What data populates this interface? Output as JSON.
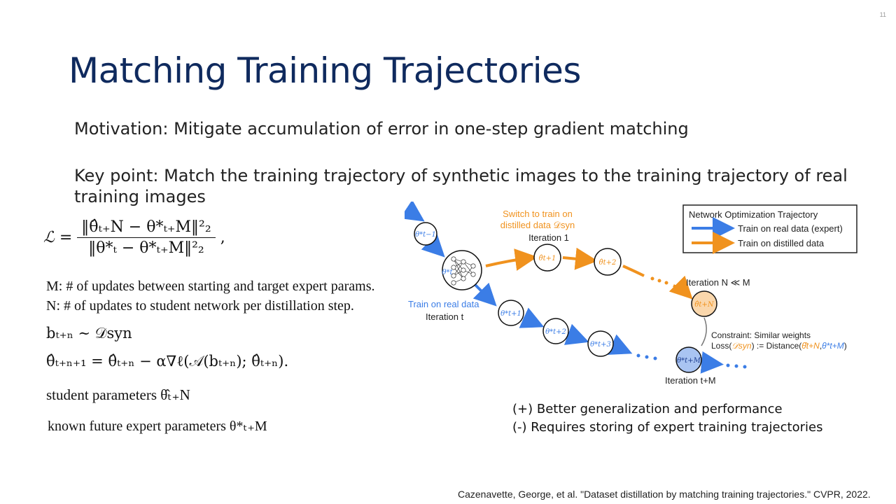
{
  "slide": {
    "number": "11",
    "title": "Matching Training Trajectories",
    "motivation": "Motivation: Mitigate accumulation of error in one-step gradient matching",
    "key_point": "Key point: Match the training trajectory of synthetic images to the training trajectory of real training images",
    "pros": "(+) Better generalization and performance",
    "cons": "(-) Requires storing of expert training trajectories",
    "citation": "Cazenavette, George, et al. \"Dataset distillation by matching training trajectories.\" CVPR, 2022."
  },
  "equations": {
    "loss_lhs": "ℒ =",
    "loss_num": "‖θ̂ₜ₊N − θ*ₜ₊M‖²₂",
    "loss_den": "‖θ*ₜ − θ*ₜ₊M‖²₂",
    "loss_tail": ",",
    "m_def": "M: # of updates between starting and target expert params.",
    "n_def": "N: # of updates to student network per distillation step.",
    "sample": "bₜ₊ₙ ∼ 𝒟syn",
    "update": "θ̂ₜ₊ₙ₊₁ = θ̂ₜ₊ₙ − α∇ℓ(𝒜(bₜ₊ₙ); θ̂ₜ₊ₙ).",
    "student": "student parameters θ̂ₜ₊N",
    "expert": "known future expert parameters θ*ₜ₊M"
  },
  "diagram": {
    "legend_title": "Network Optimization Trajectory",
    "legend_real": "Train on real data (expert)",
    "legend_distilled": "Train on distilled data",
    "switch_line1": "Switch to train on",
    "switch_line2": "distilled data 𝒟syn",
    "iteration_1": "Iteration 1",
    "train_real_a": "Train on ",
    "train_real_b": "real data",
    "iteration_t": "Iteration t",
    "iteration_n": "Iteration N ≪ M",
    "constraint": "Constraint: Similar weights",
    "loss_a": "Loss(",
    "loss_b": "𝒟syn",
    "loss_c": ") := Distance(",
    "loss_d": "θ̂t+N",
    "loss_e": ",",
    "loss_f": "θ*t+M",
    "loss_g": ")",
    "iteration_tm": "Iteration t+M",
    "node_prev": "θ*t−1",
    "node_t": "θ*t",
    "node_s1": "θ̂t+1",
    "node_s2": "θ̂t+2",
    "node_sn": "θ̂t+N",
    "node_e1": "θ*t+1",
    "node_e2": "θ*t+2",
    "node_e3": "θ*t+3",
    "node_em": "θ*t+M",
    "color_real": "#3b7de6",
    "color_distilled": "#f0921e"
  }
}
